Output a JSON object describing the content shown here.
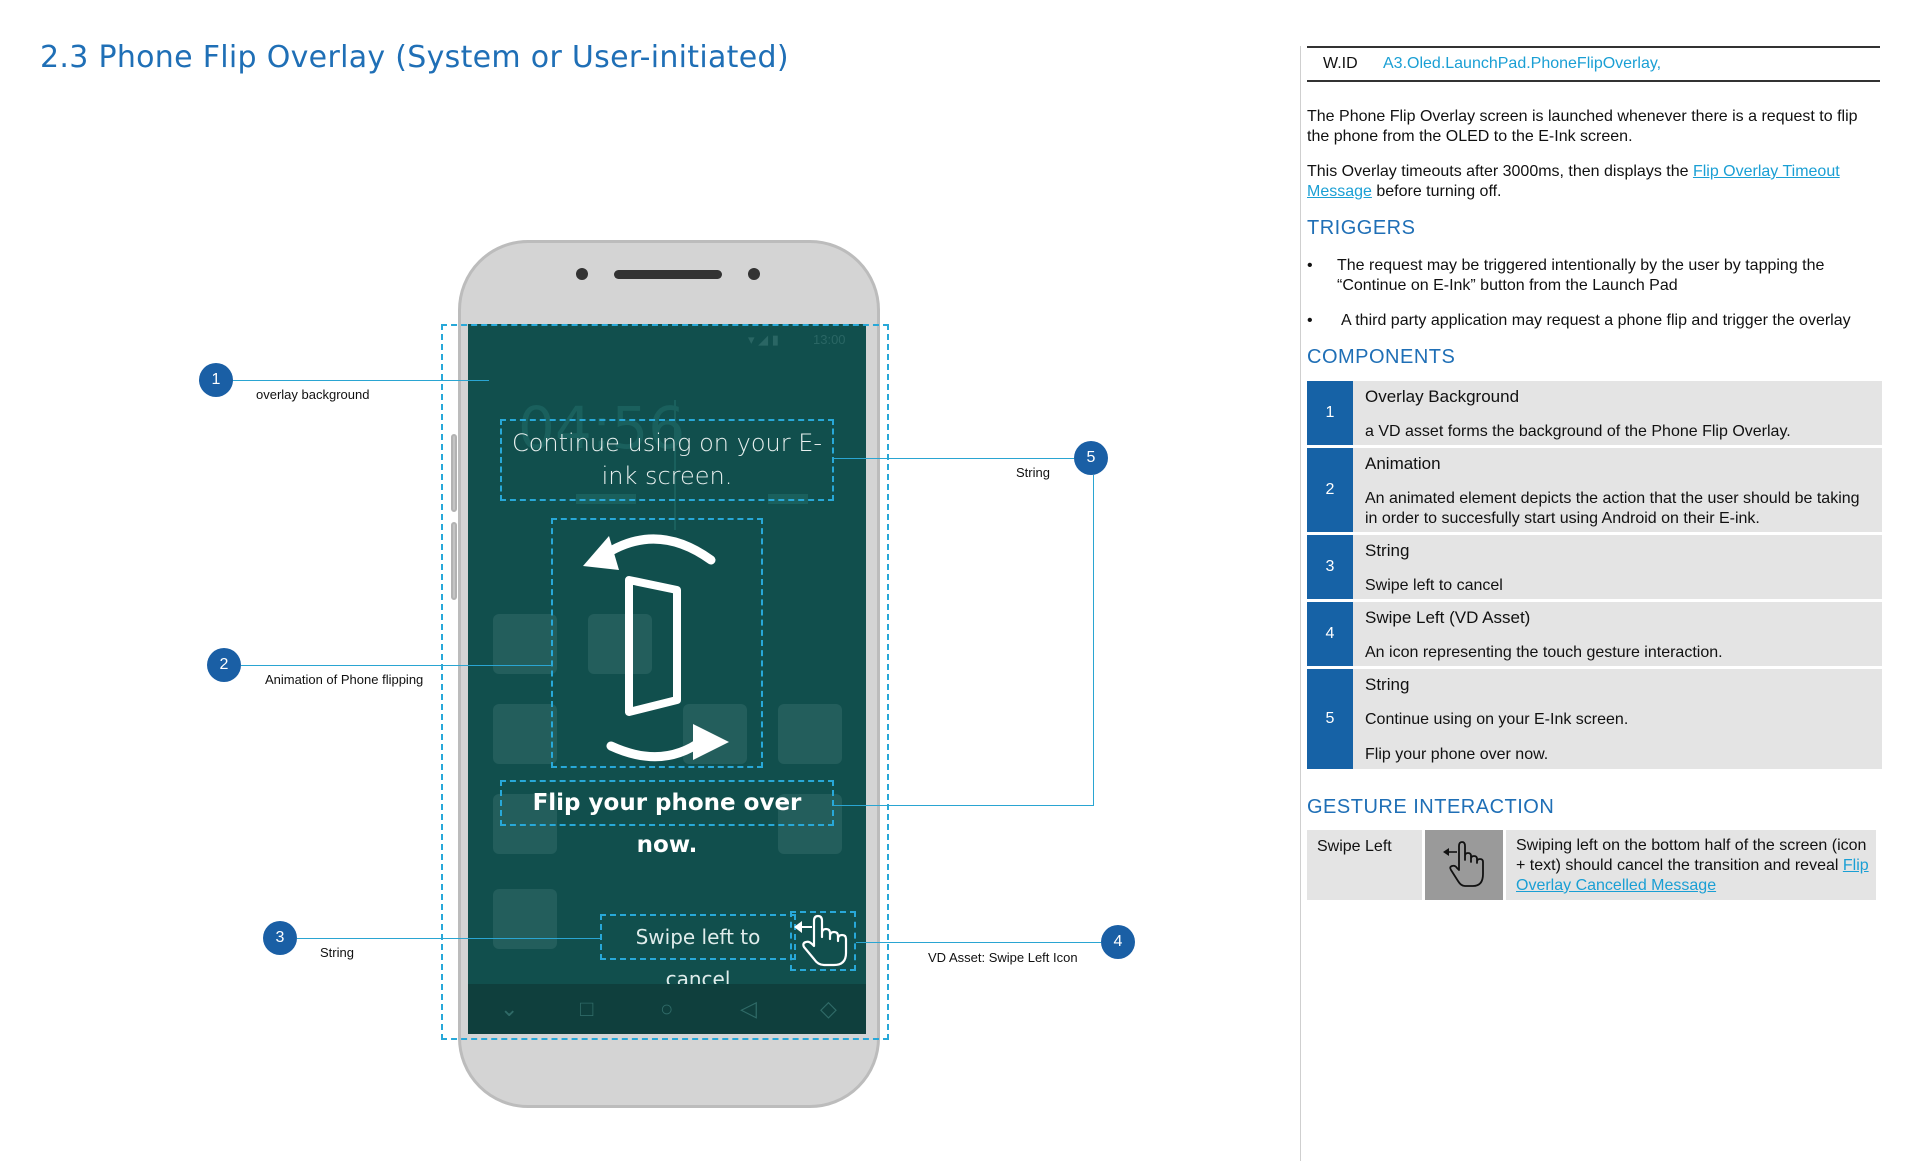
{
  "page": {
    "title": "2.3  Phone Flip Overlay (System or User-initiated)"
  },
  "phone": {
    "ghost_clock": "04:56",
    "ghost_time": "13:00",
    "string_continue": "Continue using on your E-ink screen.",
    "string_flip": "Flip your phone over now.",
    "string_swipe": "Swipe left to cancel"
  },
  "callouts": [
    {
      "num": "1",
      "label": "overlay background"
    },
    {
      "num": "2",
      "label": "Animation of Phone flipping"
    },
    {
      "num": "3",
      "label": "String"
    },
    {
      "num": "4",
      "label": "VD Asset: Swipe Left Icon"
    },
    {
      "num": "5",
      "label": "String"
    }
  ],
  "spec": {
    "wid_label": "W.ID",
    "wid_value": "A3.Oled.LaunchPad.PhoneFlipOverlay,",
    "intro_1": "The Phone Flip Overlay screen is launched whenever there is a request to flip the phone from the OLED to the E-Ink screen.",
    "intro_2_before": "This Overlay timeouts after 3000ms, then displays the ",
    "intro_2_link": "Flip Overlay Timeout Message",
    "intro_2_after": " before turning off.",
    "triggers_heading": "TRIGGERS",
    "triggers": [
      "The request may be triggered intentionally by the user by tapping the “Continue on E-Ink” button from the Launch Pad",
      "A third party application may request a phone flip and trigger the overlay"
    ],
    "bullet": "•",
    "components_heading": "COMPONENTS",
    "components": [
      {
        "num": "1",
        "title": "Overlay Background",
        "desc": [
          "a VD asset forms the background of the Phone Flip Overlay."
        ]
      },
      {
        "num": "2",
        "title": "Animation",
        "desc": [
          "An animated element depicts the action that the user should be taking in order to succesfully start using Android on their E-ink."
        ]
      },
      {
        "num": "3",
        "title": "String",
        "desc": [
          "Swipe left to cancel"
        ]
      },
      {
        "num": "4",
        "title": "Swipe Left (VD Asset)",
        "desc": [
          "An icon representing the touch gesture interaction."
        ]
      },
      {
        "num": "5",
        "title": "String",
        "desc": [
          "Continue using on your E-Ink screen.",
          "Flip your phone over now."
        ]
      }
    ],
    "gesture_heading": "GESTURE INTERACTION",
    "gesture_name": "Swipe Left",
    "gesture_desc_before": "Swiping left on the bottom half of the screen (icon + text) should cancel the transition and reveal ",
    "gesture_desc_link": "Flip Overlay Cancelled Message"
  },
  "colors": {
    "accent": "#1f6fb6",
    "link": "#1a9fd4",
    "badge": "#1a5fa5",
    "overlay": "#114f4d",
    "dash": "#28a8d8"
  }
}
